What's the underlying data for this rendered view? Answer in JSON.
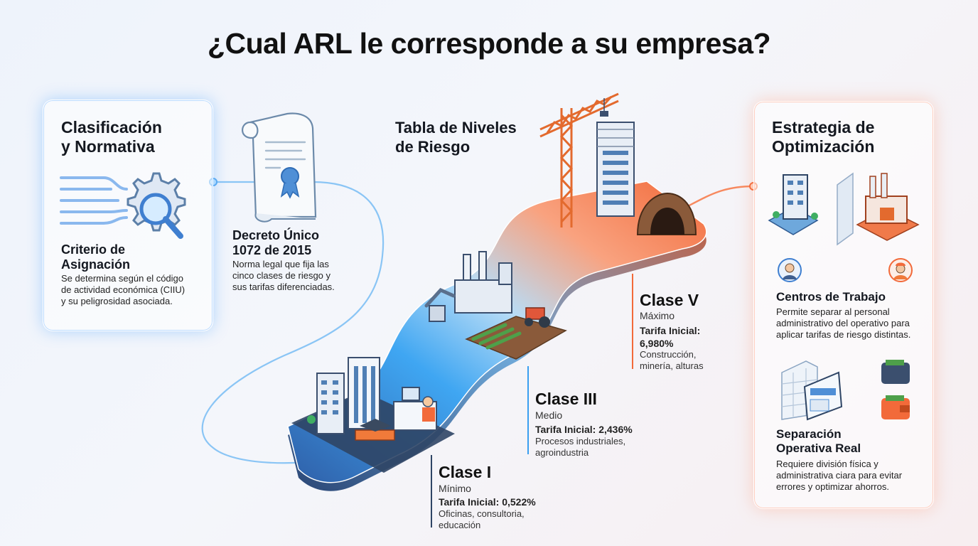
{
  "title": "¿Cual ARL le corresponde a su empresa?",
  "left_panel": {
    "heading": "Clasificación\ny Normativa",
    "criterion_title": "Criterio de\nAsignación",
    "criterion_text": "Se determina según el código\nde actividad económica (CIIU)\ny su peligrosidad asociada."
  },
  "decree": {
    "title": "Decreto Único\n1072 de 2015",
    "text": "Norma legal que fija las\ncinco clases de riesgo y\nsus tarifas diferenciadas."
  },
  "risk_table": {
    "title": "Tabla de Niveles\nde Riesgo",
    "classes": [
      {
        "name": "Clase I",
        "level": "Mínimo",
        "rate_label": "Tarifa Inicial: 0,522%",
        "rate": 0.522,
        "desc": "Oficinas, consultoria,\neducación"
      },
      {
        "name": "Clase III",
        "level": "Medio",
        "rate_label": "Tarifa Inicial: 2,436%",
        "rate": 2.436,
        "desc": "Procesos industriales,\nagroindustria"
      },
      {
        "name": "Clase V",
        "level": "Máximo",
        "rate_label": "Tarifa Inicial:\n6,980%",
        "rate": 6.98,
        "desc": "Construcción,\nminería, alturas"
      }
    ]
  },
  "right_panel": {
    "heading": "Estrategia de\nOptimización",
    "work_centers_title": "Centros de Trabajo",
    "work_centers_text": "Permite separar al personal\nadministrativo del operativo para\naplicar tarifas de riesgo distintas.",
    "separation_title": "Separación\nOperativa Real",
    "separation_text": "Requiere división física y\nadministrativa ciara para evitar\nerrores y optimizar ahorros."
  },
  "colors": {
    "blue_accent": "#3a9ff0",
    "orange_accent": "#f26a3a",
    "dark_navy": "#2f4565"
  },
  "icons": [
    "gear-magnifier-icon",
    "scroll-document-icon",
    "office-building-icon",
    "factory-icon",
    "tractor-icon",
    "crane-icon",
    "mine-tunnel-icon",
    "woman-avatar-icon",
    "worker-avatar-icon",
    "firewall-icon",
    "wallet-icon"
  ]
}
